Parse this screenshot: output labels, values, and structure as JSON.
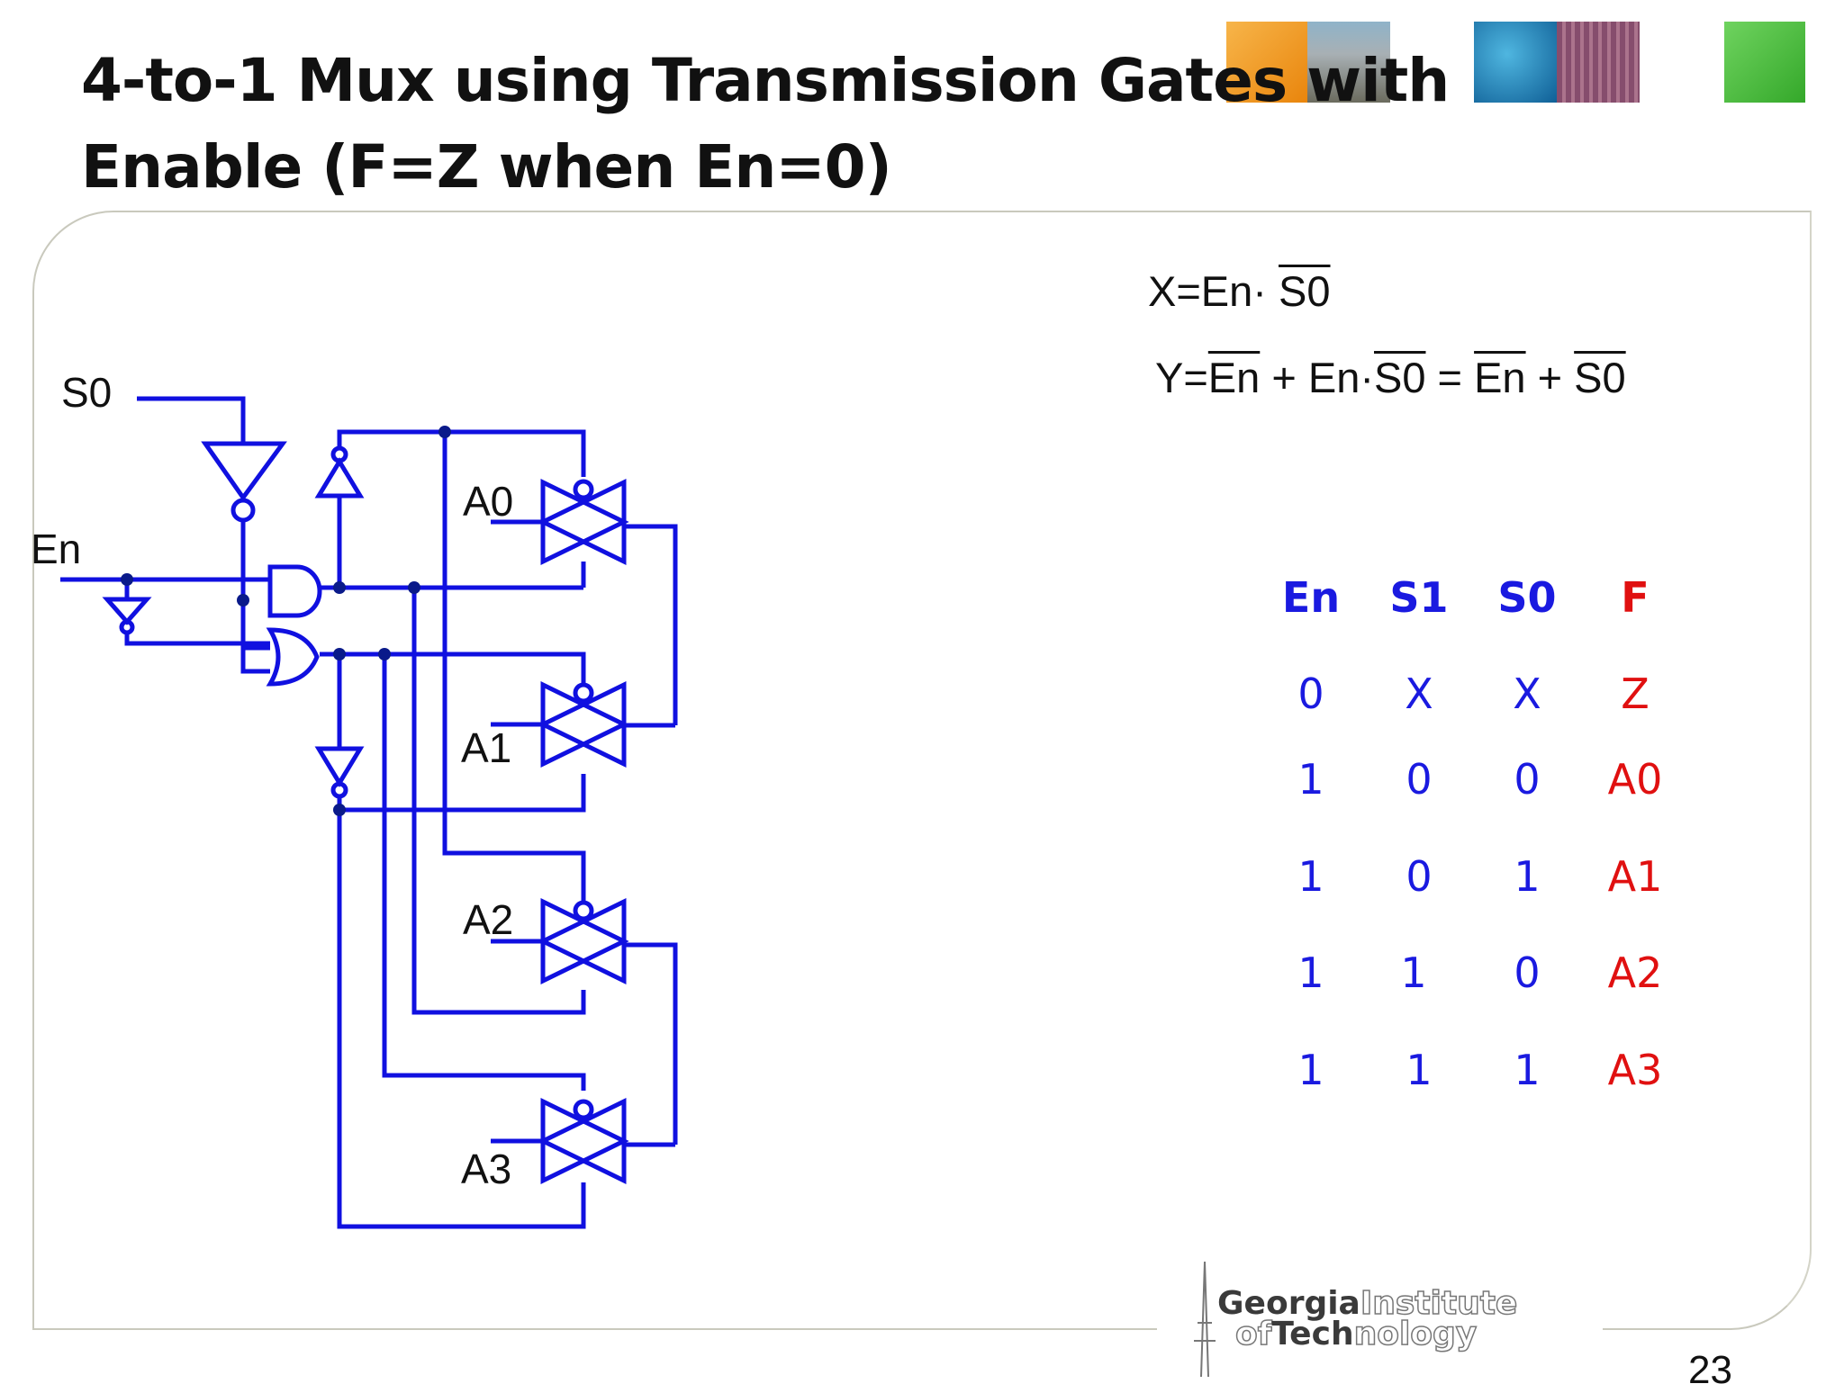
{
  "slide": {
    "title_line1": "4-to-1 Mux using Transmission Gates with",
    "title_line2": "Enable (F=Z  when En=0)",
    "page_number": "23"
  },
  "formulas": {
    "x": {
      "prefix": "X=En· ",
      "bar": "S0"
    },
    "y": {
      "prefix": "Y=",
      "bar1": "En",
      "mid1": " + En·",
      "bar2": "S0",
      "mid2": " = ",
      "bar3": "En",
      "mid3": " + ",
      "bar4": "S0"
    }
  },
  "circuit": {
    "labels": {
      "s0": "S0",
      "en": "En",
      "a0": "A0",
      "a1": "A1",
      "a2": "A2",
      "a3": "A3"
    },
    "wire_color": "#1010e0",
    "dot_color": "#0a1a8a"
  },
  "truth_table": {
    "headers": [
      "En",
      "S1",
      "S0",
      "F"
    ],
    "rows": [
      [
        "0",
        "X",
        "X",
        "Z"
      ],
      [
        "1",
        "0",
        "0",
        "A0"
      ],
      [
        "1",
        "0",
        "1",
        "A1"
      ],
      [
        "1",
        "1",
        "0",
        "A2"
      ],
      [
        "1",
        "1",
        "1",
        "A3"
      ]
    ],
    "input_color": "#1a1ae0",
    "output_color": "#e01010"
  },
  "logo": {
    "line1_bold": "Georgia",
    "line1_light": "Institute",
    "line2_light": "of",
    "line2_bold": "Tech",
    "line2_light2": "nology"
  },
  "decoration_colors": [
    "#f39a1c",
    "#1b7fb8",
    "#8a4a6a",
    "#4cbc3c"
  ]
}
